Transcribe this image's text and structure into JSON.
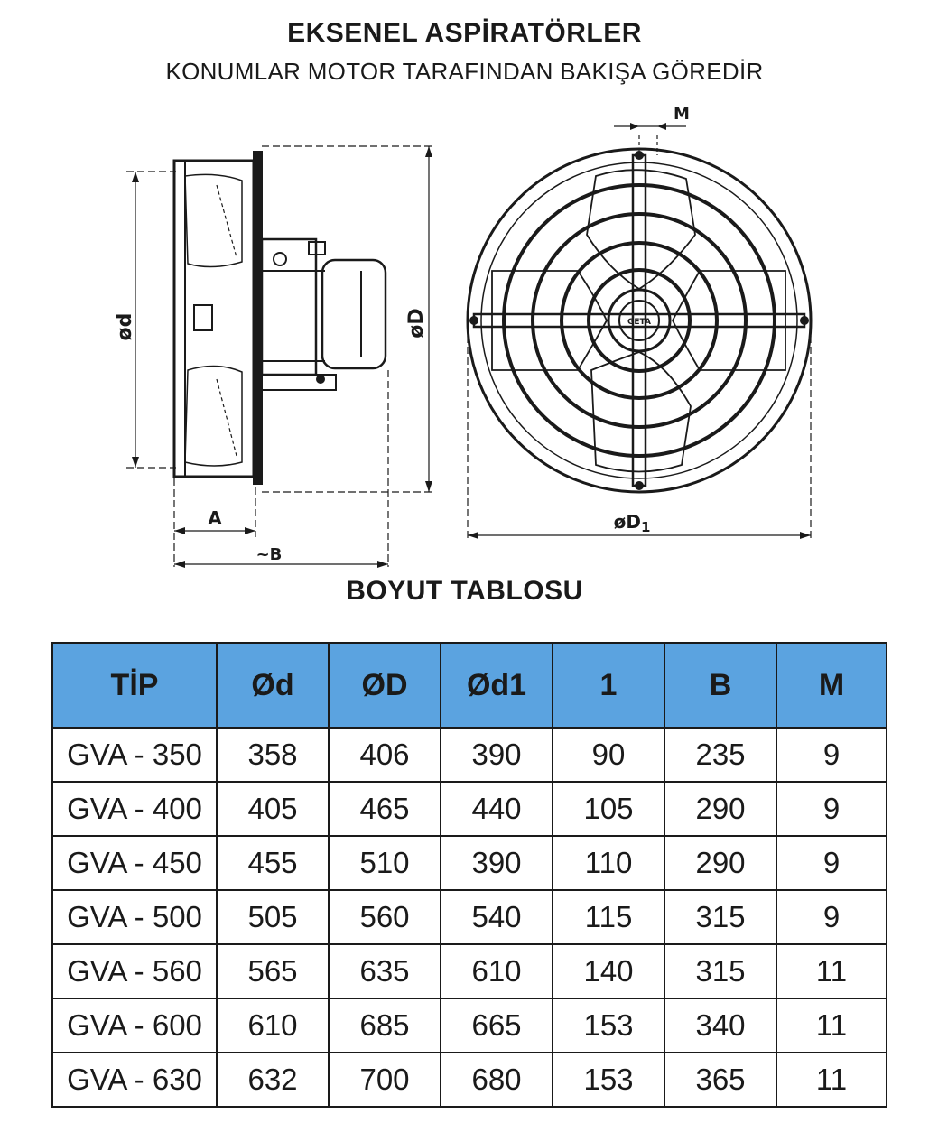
{
  "header": {
    "title": "EKSENEL ASPİRATÖRLER",
    "subtitle": "KONUMLAR MOTOR TARAFINDAN BAKIŞA GÖREDİR"
  },
  "drawing_labels": {
    "side_d": "ød",
    "side_D": "øD",
    "side_A": "A",
    "side_B": "~B",
    "front_D1": "øD",
    "front_D1_sub": "1",
    "front_M": "M",
    "logo": "GETA"
  },
  "table": {
    "title": "BOYUT TABLOSU",
    "headers": [
      "TİP",
      "Ød",
      "ØD",
      "Ød1",
      "1",
      "B",
      "M"
    ],
    "rows": [
      [
        "GVA - 350",
        "358",
        "406",
        "390",
        "90",
        "235",
        "9"
      ],
      [
        "GVA - 400",
        "405",
        "465",
        "440",
        "105",
        "290",
        "9"
      ],
      [
        "GVA - 450",
        "455",
        "510",
        "390",
        "110",
        "290",
        "9"
      ],
      [
        "GVA - 500",
        "505",
        "560",
        "540",
        "115",
        "315",
        "9"
      ],
      [
        "GVA - 560",
        "565",
        "635",
        "610",
        "140",
        "315",
        "11"
      ],
      [
        "GVA - 600",
        "610",
        "685",
        "665",
        "153",
        "340",
        "11"
      ],
      [
        "GVA - 630",
        "632",
        "700",
        "680",
        "153",
        "365",
        "11"
      ]
    ]
  },
  "colors": {
    "header_fill": "#5ba3e0",
    "line": "#1a1a1a"
  }
}
